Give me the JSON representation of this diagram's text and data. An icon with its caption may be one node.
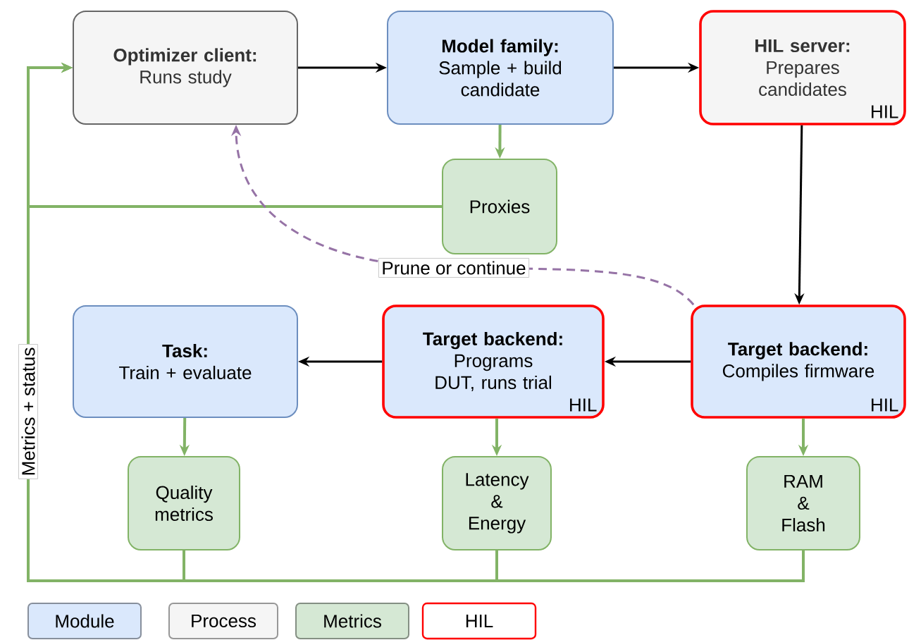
{
  "diagram": {
    "nodes": [
      {
        "text": [
          "Optimizer client:",
          "Runs study"
        ]
      },
      {
        "text": [
          "Model family:",
          "Sample + build candidate"
        ]
      },
      {
        "text": [
          "HIL server:",
          "Prepares candidates",
          "HIL"
        ]
      },
      {
        "text": [
          "Proxies"
        ]
      },
      {
        "text": [
          "Task:",
          "Train + evaluate"
        ]
      },
      {
        "text": [
          "Target backend:",
          "Programs DUT, runs trial",
          "HIL"
        ]
      },
      {
        "text": [
          "Target backend:",
          "Compiles firmware",
          "HIL"
        ]
      },
      {
        "text": [
          "Quality metrics"
        ]
      },
      {
        "text": [
          "Latency & Energy"
        ]
      },
      {
        "text": [
          "RAM & Flash"
        ]
      }
    ],
    "edges": [
      {
        "from": 0,
        "to": 1,
        "arrow": "to",
        "color": "#000000"
      },
      {
        "from": 1,
        "to": 2,
        "arrow": "to",
        "color": "#000000"
      },
      {
        "from": 2,
        "to": 6,
        "arrow": "to",
        "color": "#000000"
      },
      {
        "from": 6,
        "to": 5,
        "arrow": "to",
        "color": "#000000"
      },
      {
        "from": 5,
        "to": 4,
        "arrow": "to",
        "color": "#000000"
      },
      {
        "from": 1,
        "to": 3,
        "arrow": "to"
      },
      {
        "from": 4,
        "to": 7,
        "arrow": "to"
      },
      {
        "from": 5,
        "to": 8,
        "arrow": "to"
      },
      {
        "from": 6,
        "to": 9,
        "arrow": "to"
      },
      {
        "from": 3,
        "to": 0,
        "arrow": "to"
      },
      {
        "from": 7,
        "to": 0,
        "arrow": "to",
        "label": "Metrics + status"
      },
      {
        "from": 8,
        "to": 0,
        "arrow": "to"
      },
      {
        "from": 9,
        "to": 0,
        "arrow": "to"
      },
      {
        "from": 6,
        "to": 0,
        "arrow": "to",
        "style": "dashed",
        "color": "#9673a6",
        "label": "Prune or continue"
      }
    ],
    "legend": [
      {
        "text": "Module",
        "color": "#dae8fc"
      },
      {
        "text": "Process",
        "color": "#f5f5f5"
      },
      {
        "text": "Metrics",
        "color": "#d5e8d4"
      },
      {
        "text": "HIL"
      }
    ]
  }
}
